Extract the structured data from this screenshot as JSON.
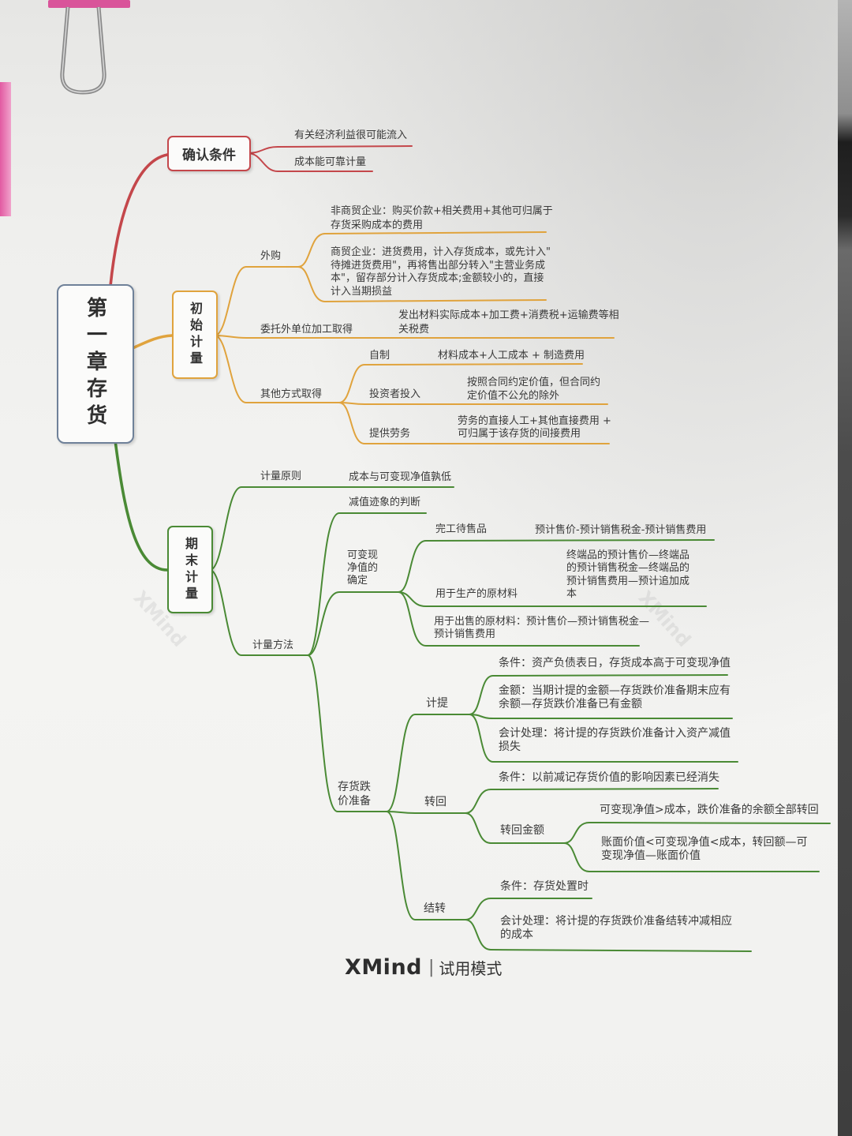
{
  "root": {
    "label": "第一章存货"
  },
  "branches": {
    "recognition": {
      "label": "确认条件",
      "items": [
        "有关经济利益很可能流入",
        "成本能可靠计量"
      ]
    },
    "initial": {
      "label": "初始计量",
      "purchase": {
        "label": "外购",
        "non_trading": [
          "非商贸企业：购买价款+相关费用+其他可归属于",
          "存货采购成本的费用"
        ],
        "trading": [
          "商贸企业：进货费用，计入存货成本，或先计入\"",
          "待摊进货费用\"，再将售出部分转入\"主营业务成",
          "本\"，留存部分计入存货成本;金额较小的，直接",
          "计入当期损益"
        ]
      },
      "outsourced": {
        "label": "委托外单位加工取得",
        "detail": [
          "发出材料实际成本+加工费+消费税+运输费等相",
          "关税费"
        ]
      },
      "other": {
        "label": "其他方式取得",
        "self_made": {
          "label": "自制",
          "detail": "材料成本+人工成本 + 制造费用"
        },
        "investor": {
          "label": "投资者投入",
          "detail": [
            "按照合同约定价值，但合同约",
            "定价值不公允的除外"
          ]
        },
        "services": {
          "label": "提供劳务",
          "detail": [
            "劳务的直接人工+其他直接费用 +",
            "可归属于该存货的间接费用"
          ]
        }
      }
    },
    "period_end": {
      "label": "期末计量",
      "principle": {
        "label": "计量原则",
        "detail": "成本与可变现净值孰低"
      },
      "method": {
        "label": "计量方法",
        "impairment_sign": "减值迹象的判断",
        "nrv": {
          "label": [
            "可变现",
            "净值的",
            "确定"
          ],
          "finished": {
            "label": "完工待售品",
            "detail": "预计售价-预计销售税金-预计销售费用"
          },
          "production_material": {
            "label": "用于生产的原材料",
            "detail": [
              "终端品的预计售价—终端品",
              "的预计销售税金—终端品的",
              "预计销售费用—预计追加成",
              "本"
            ]
          },
          "sale_material": [
            "用于出售的原材料：预计售价—预计销售税金—",
            "预计销售费用"
          ]
        },
        "allowance": {
          "label": [
            "存货跌",
            "价准备"
          ],
          "provision": {
            "label": "计提",
            "condition": "条件：资产负债表日，存货成本高于可变现净值",
            "amount": [
              "金额：当期计提的金额—存货跌价准备期末应有",
              "余额—存货跌价准备已有金额"
            ],
            "accounting": [
              "会计处理：将计提的存货跌价准备计入资产减值",
              "损失"
            ]
          },
          "reversal": {
            "label": "转回",
            "condition": "条件：以前减记存货价值的影响因素已经消失",
            "amount": {
              "label": "转回金额",
              "case1": "可变现净值>成本，跌价准备的余额全部转回",
              "case2": [
                "账面价值<可变现净值<成本，转回额—可",
                "变现净值—账面价值"
              ]
            }
          },
          "transfer": {
            "label": "结转",
            "condition": "条件：存货处置时",
            "accounting": [
              "会计处理：将计提的存货跌价准备结转冲减相应",
              "的成本"
            ]
          }
        }
      }
    }
  },
  "colors": {
    "red": "#c4474b",
    "orange": "#e0a33d",
    "green": "#4a8a35",
    "root_border": "#6f8199",
    "ink": "#3a3a3a"
  },
  "watermark": "XMind",
  "footer": {
    "brand": "XMind",
    "separator": "|",
    "mode": "试用模式"
  }
}
